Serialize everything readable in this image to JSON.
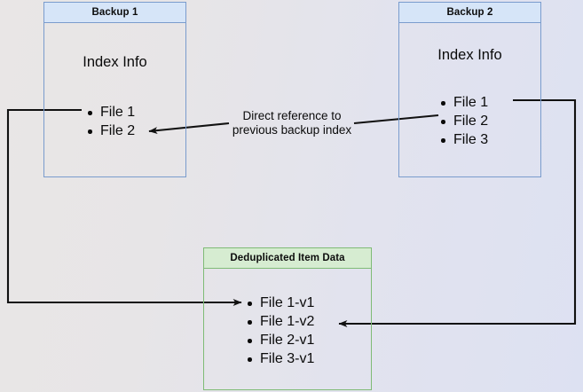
{
  "diagram": {
    "title_semantic": "backup-deduplication-diagram",
    "background": {
      "gradient_from": "#e9e6e6",
      "gradient_to": "#dde1f2"
    },
    "colors": {
      "blue_border": "#7a9ccd",
      "blue_header_fill": "#d6e5f8",
      "green_border": "#7fbb76",
      "green_header_fill": "#d6ecd1",
      "connector": "#111111",
      "text": "#0a0a0a"
    },
    "nodes": {
      "backup1": {
        "header": "Backup 1",
        "body_title": "Index Info",
        "items": [
          "File 1",
          "File 2"
        ]
      },
      "backup2": {
        "header": "Backup 2",
        "body_title": "Index Info",
        "items": [
          "File 1",
          "File 2",
          "File 3"
        ]
      },
      "dedup": {
        "header": "Deduplicated Item Data",
        "items": [
          "File 1-v1",
          "File 1-v2",
          "File 2-v1",
          "File 3-v1"
        ]
      }
    },
    "edges": {
      "direct_reference_label": "Direct reference to\nprevious backup index"
    }
  }
}
